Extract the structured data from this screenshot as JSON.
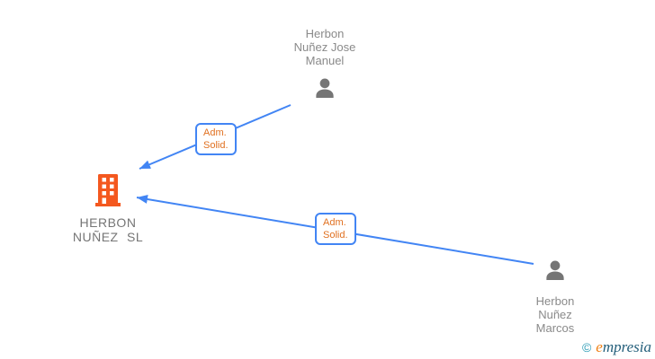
{
  "company": {
    "name_lines": [
      "HERBON",
      "NUÑEZ SL"
    ]
  },
  "persons": [
    {
      "name_lines": [
        "Herbon",
        "Nuñez Jose",
        "Manuel"
      ]
    },
    {
      "name_lines": [
        "Herbon",
        "Nuñez",
        "Marcos"
      ]
    }
  ],
  "relations": [
    {
      "label_lines": [
        "Adm.",
        "Solid."
      ]
    },
    {
      "label_lines": [
        "Adm.",
        "Solid."
      ]
    }
  ],
  "watermark": {
    "copyright_symbol": "©",
    "brand_initial": "e",
    "brand_rest": "mpresia"
  },
  "colors": {
    "arrow_blue": "#4285f4",
    "relation_label_orange": "#e07020",
    "person_gray": "#757575",
    "name_text_gray": "#8a8a8a",
    "company_icon_orange": "#f4581f",
    "watermark_teal": "#2b9bb5",
    "watermark_dark": "#235e7a",
    "watermark_orange": "#f07f13",
    "background": "#ffffff"
  }
}
